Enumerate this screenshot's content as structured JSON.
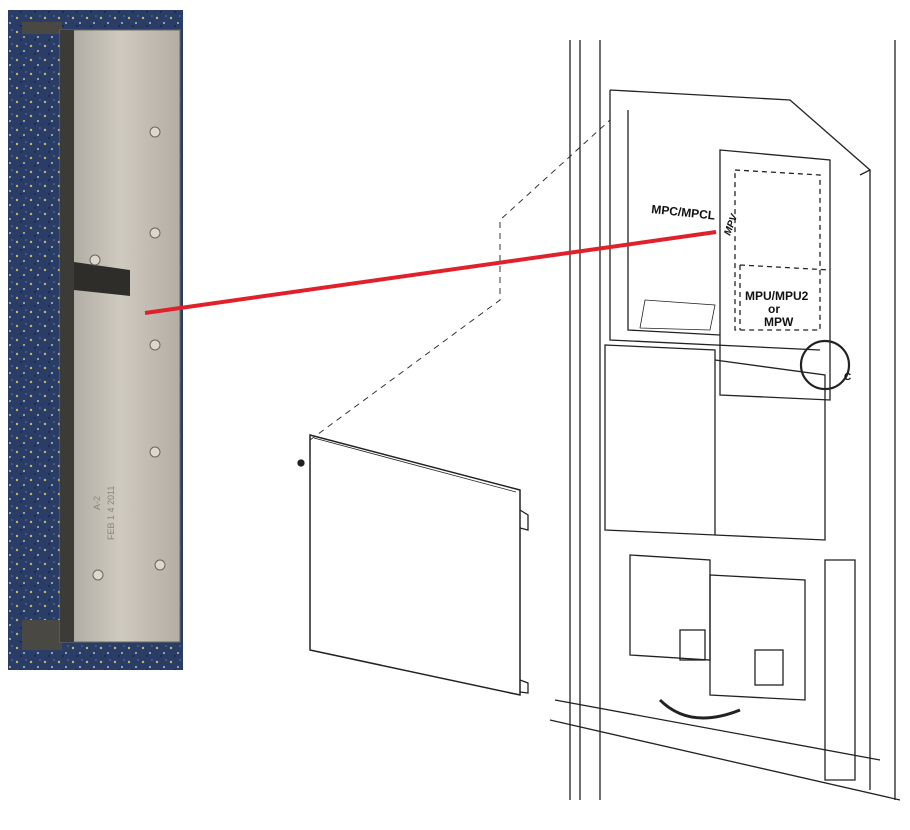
{
  "photo": {
    "stamp_text": [
      "A-2",
      "FEB 1 4 2011"
    ]
  },
  "diagram": {
    "labels": {
      "mpc": "MPC/MPCL",
      "mpv": "MPV",
      "mpu_line1": "MPU/MPU2",
      "mpu_line2": "or",
      "mpu_line3": "MPW",
      "detail": "C"
    }
  },
  "colors": {
    "leader_line": "#e0202a",
    "photo_background": "#2a3d66",
    "bracket_metal": "#bdb8ad"
  }
}
